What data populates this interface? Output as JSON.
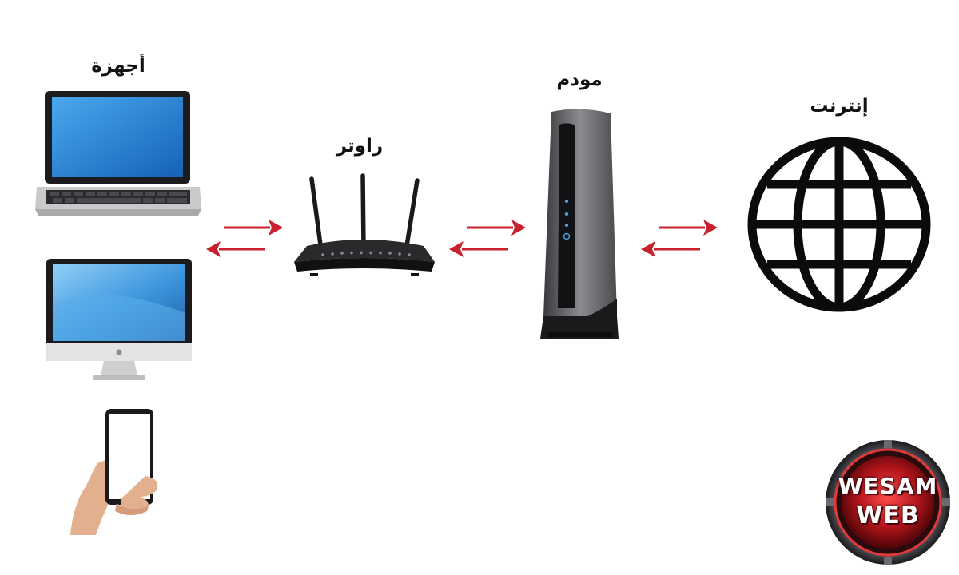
{
  "labels": {
    "devices": "أجهزة",
    "router": "راوتر",
    "modem": "مودم",
    "internet": "إنترنت"
  },
  "logo": {
    "line1": "WESAM",
    "line2": "WEB"
  },
  "colors": {
    "arrow": "#c8202c",
    "text": "#111111",
    "globe": "#0b0b0b",
    "logo_red": "#d4232a"
  }
}
